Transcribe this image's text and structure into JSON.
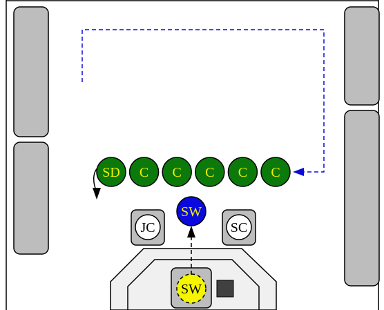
{
  "colors": {
    "border": "#000000",
    "panel_fill": "#bdbdbd",
    "panel_fill_light": "#d9d9d9",
    "floor_fill": "#f0f0f0",
    "green_node": "#0b7a0b",
    "green_text": "#f0f000",
    "blue_node": "#0a0adc",
    "yellow_node": "#f5f500",
    "route_blue": "#0a0adc",
    "dark_square": "#404040",
    "white": "#ffffff"
  },
  "nodes": {
    "row": [
      {
        "label": "SD",
        "role": "special"
      },
      {
        "label": "C",
        "role": "member"
      },
      {
        "label": "C",
        "role": "member"
      },
      {
        "label": "C",
        "role": "member"
      },
      {
        "label": "C",
        "role": "member"
      },
      {
        "label": "C",
        "role": "member"
      }
    ],
    "blue_sw": {
      "label": "SW"
    },
    "jc": {
      "label": "JC"
    },
    "sc": {
      "label": "SC"
    },
    "yellow_sw": {
      "label": "SW"
    }
  }
}
